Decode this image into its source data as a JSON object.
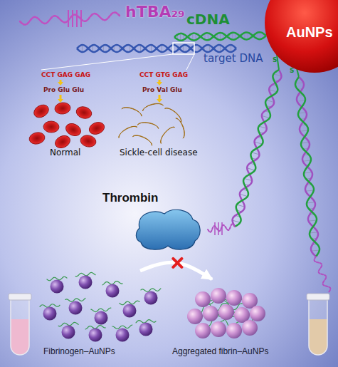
{
  "diagram": {
    "nodes": [
      {
        "text": [
          "AuNPs"
        ]
      },
      {
        "text": [
          "Thrombin"
        ]
      },
      {
        "text": [
          "Fibrinogen–AuNPs"
        ]
      },
      {
        "text": [
          "Aggregated fibrin–AuNPs"
        ]
      }
    ],
    "edges": [
      {
        "from": 2,
        "to": 3,
        "arrow": "to"
      }
    ],
    "labels": [
      "hTBA₂₉",
      "cDNA",
      "target DNA",
      "CCT GAG GAG",
      "CCT GTG GAG",
      "Pro Glu Glu",
      "Pro Val Glu",
      "Normal",
      "Sickle-cell disease",
      "S",
      "S"
    ]
  }
}
